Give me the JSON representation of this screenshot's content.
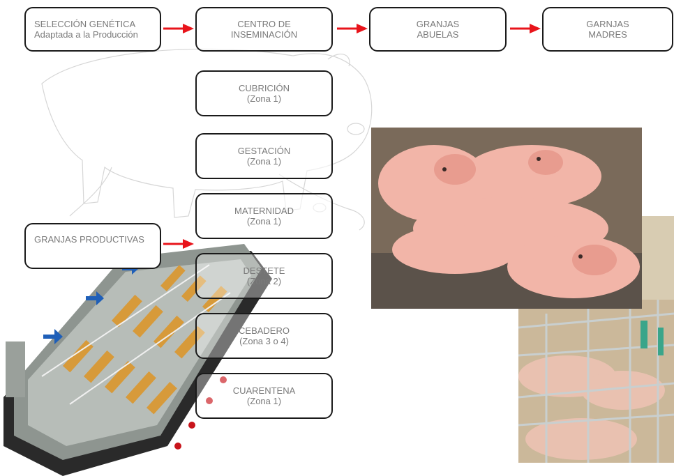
{
  "nodes": {
    "seleccion": {
      "line1": "SELECCIÓN GENÉTICA",
      "line2": "Adaptada a la Producción"
    },
    "centro": {
      "line1": "CENTRO DE",
      "line2": "INSEMINACIÓN"
    },
    "abuelas": {
      "line1": "GRANJAS",
      "line2": "ABUELAS"
    },
    "madres": {
      "line1": "GARNJAS",
      "line2": "MADRES"
    },
    "cubricion": {
      "line1": "CUBRICIÓN",
      "line2": "(Zona 1)"
    },
    "gestacion": {
      "line1": "GESTACIÓN",
      "line2": "(Zona 1)"
    },
    "maternidad": {
      "line1": "MATERNIDAD",
      "line2": "(Zona 1)"
    },
    "destete": {
      "line1": "DESTETE",
      "line2": "(Zona 2)"
    },
    "cebadero": {
      "line1": "CEBADERO",
      "line2": "(Zona 3 o 4)"
    },
    "cuarentena": {
      "line1": "CUARENTENA",
      "line2": "(Zona 1)"
    },
    "productivas": {
      "line1": "GRANJAS PRODUCTIVAS"
    }
  },
  "colors": {
    "arrow": "#e8141b",
    "border": "#1a1a1a",
    "text": "#7a7a7a",
    "blue_arrow": "#1f5fb8"
  }
}
